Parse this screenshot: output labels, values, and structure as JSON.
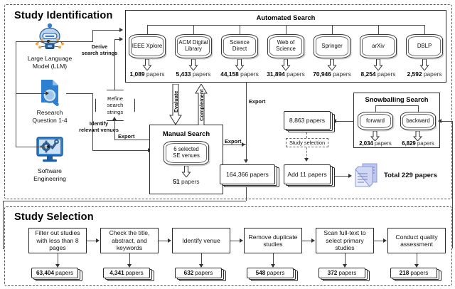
{
  "panels": {
    "identification": {
      "title": "Study Identification"
    },
    "selection": {
      "title": "Study Selection"
    }
  },
  "automated_search": {
    "title": "Automated Search",
    "databases": [
      {
        "name": "IEEE Xplore",
        "count": "1,089",
        "unit": "papers"
      },
      {
        "name": "ACM Digital Library",
        "count": "5,433",
        "unit": "papers"
      },
      {
        "name": "Science Direct",
        "count": "44,158",
        "unit": "papers"
      },
      {
        "name": "Web of Science",
        "count": "31,894",
        "unit": "papers"
      },
      {
        "name": "Springer",
        "count": "70,946",
        "unit": "papers"
      },
      {
        "name": "arXiv",
        "count": "8,254",
        "unit": "papers"
      },
      {
        "name": "DBLP",
        "count": "2,592",
        "unit": "papers"
      }
    ]
  },
  "snowballing_search": {
    "title": "Snowballing Search",
    "databases": [
      {
        "name": "forward",
        "count": "2,034",
        "unit": "papers"
      },
      {
        "name": "backward",
        "count": "6,829",
        "unit": "papers"
      }
    ]
  },
  "manual_search": {
    "title": "Manual Search",
    "source": "6 selected SE venues",
    "source_line1": "6 selected",
    "source_line2": "SE venues",
    "count": "51",
    "unit": "papers"
  },
  "sources": [
    {
      "label_line1": "Large Language",
      "label_line2": "Model (LLM)",
      "icon": "robot-icon"
    },
    {
      "label_line1": "Research",
      "label_line2": "Question 1-4",
      "icon": "document-search-icon"
    },
    {
      "label_line1": "Software",
      "label_line2": "Engineering",
      "icon": "monitor-gear-wrench-icon"
    }
  ],
  "edge_labels": {
    "derive_line1": "Derive",
    "derive_line2": "search strings",
    "identify_line1": "Identify",
    "identify_line2": "relevant venues",
    "refine_line1": "Refine",
    "refine_line2": "search",
    "refine_line3": "strings",
    "evaluate": "Evaluate",
    "complement": "Complement",
    "export_left": "Export",
    "export_mid": "Export",
    "export_top": "Export",
    "study_selection": "Study selection"
  },
  "results": {
    "automated_total": "164,366 papers",
    "snowballing_total": "8,863 papers",
    "added": "Add 11 papers",
    "final": "Total 229 papers",
    "final_icon": "papers-stack-icon"
  },
  "selection_steps": [
    {
      "label": "Filter out studies with less than 8 pages",
      "count": "63,404",
      "unit": "papers"
    },
    {
      "label": "Check the title, abstract, and keywords",
      "count": "4,341",
      "unit": "papers"
    },
    {
      "label": "Identify venue",
      "count": "632",
      "unit": "papers"
    },
    {
      "label": "Remove duplicate studies",
      "count": "548",
      "unit": "papers"
    },
    {
      "label": "Scan full-text to select primary studies",
      "count": "372",
      "unit": "papers"
    },
    {
      "label": "Conduct quality assessment",
      "count": "218",
      "unit": "papers"
    }
  ],
  "colors": {
    "accent_blue": "#2f7fd0",
    "light_blue": "#bcd4ef",
    "line": "#4a4a4a",
    "panel_border": "#555555"
  }
}
